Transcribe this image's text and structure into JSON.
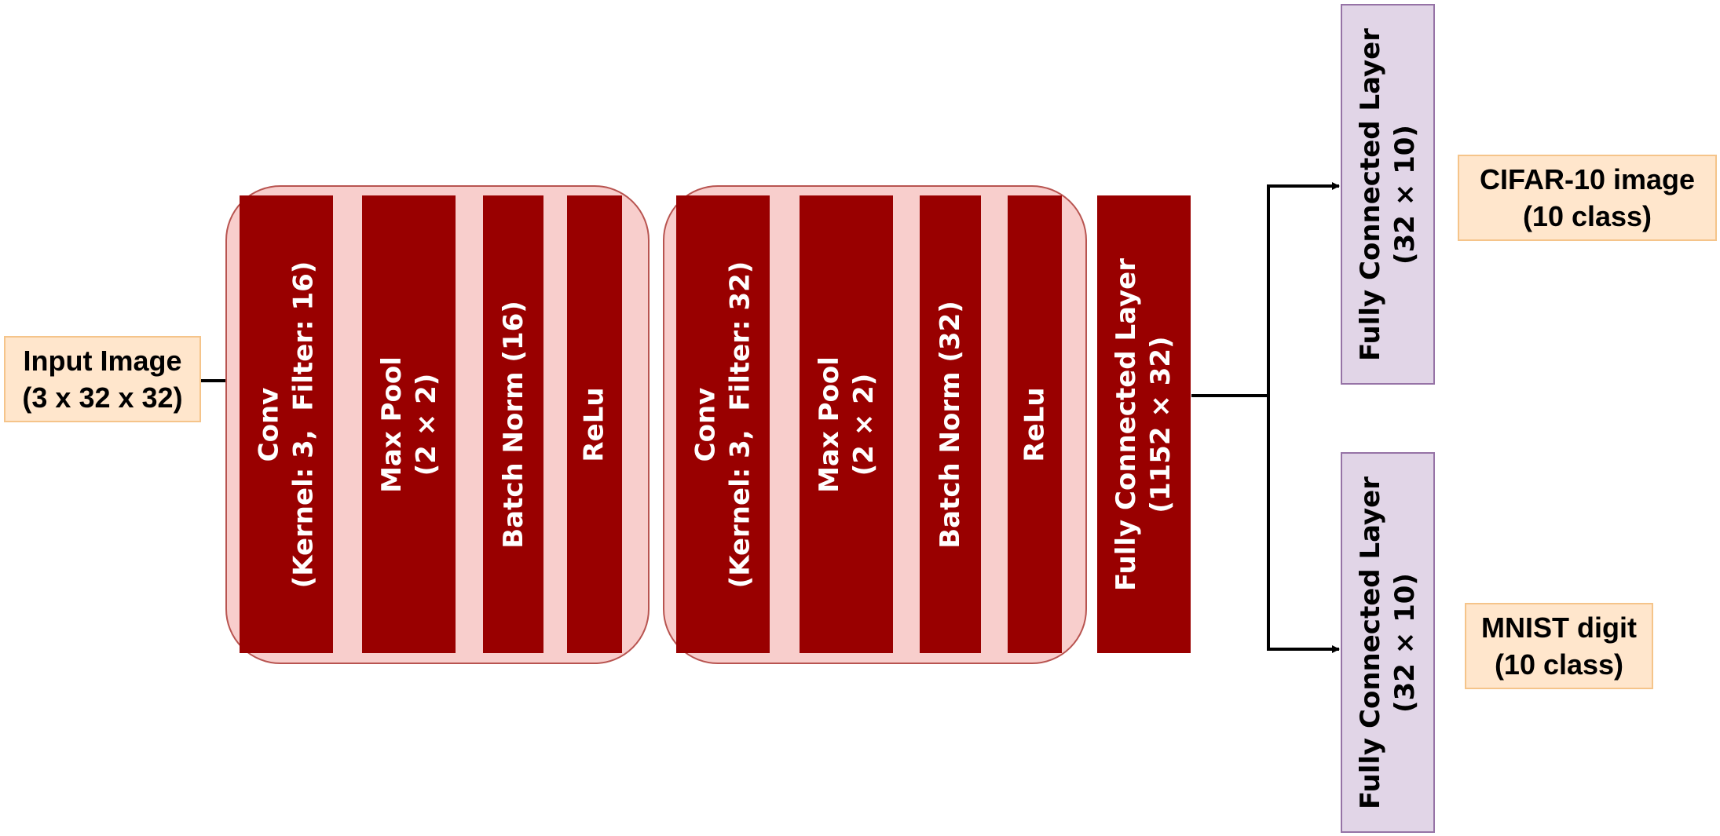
{
  "input": {
    "label": "Input Image\n(3 x 32 x 32)"
  },
  "block1": {
    "conv": "Conv\n(Kernel: 3,  Filter: 16)",
    "pool": "Max Pool\n(2 × 2)",
    "norm": "Batch Norm (16)",
    "relu": "ReLu"
  },
  "block2": {
    "conv": "Conv\n(Kernel: 3,  Filter: 32)",
    "pool": "Max Pool\n(2 × 2)",
    "norm": "Batch Norm (32)",
    "relu": "ReLu"
  },
  "shared_fc": {
    "label": "Fully Connected Layer\n(1152 × 32)"
  },
  "heads": [
    {
      "fc_label": "Fully Connected Layer\n(32 × 10)",
      "output_label": "CIFAR-10 image\n(10 class)"
    },
    {
      "fc_label": "Fully Connected Layer\n(32 × 10)",
      "output_label": "MNIST digit\n(10 class)"
    }
  ],
  "colors": {
    "layer_fill": "#990000",
    "group_fill": "#f8cecc",
    "group_border": "#b85450",
    "head_fill": "#e1d5e7",
    "head_border": "#9673a6",
    "io_fill": "#ffe6cc",
    "io_border": "#f5c48a"
  }
}
